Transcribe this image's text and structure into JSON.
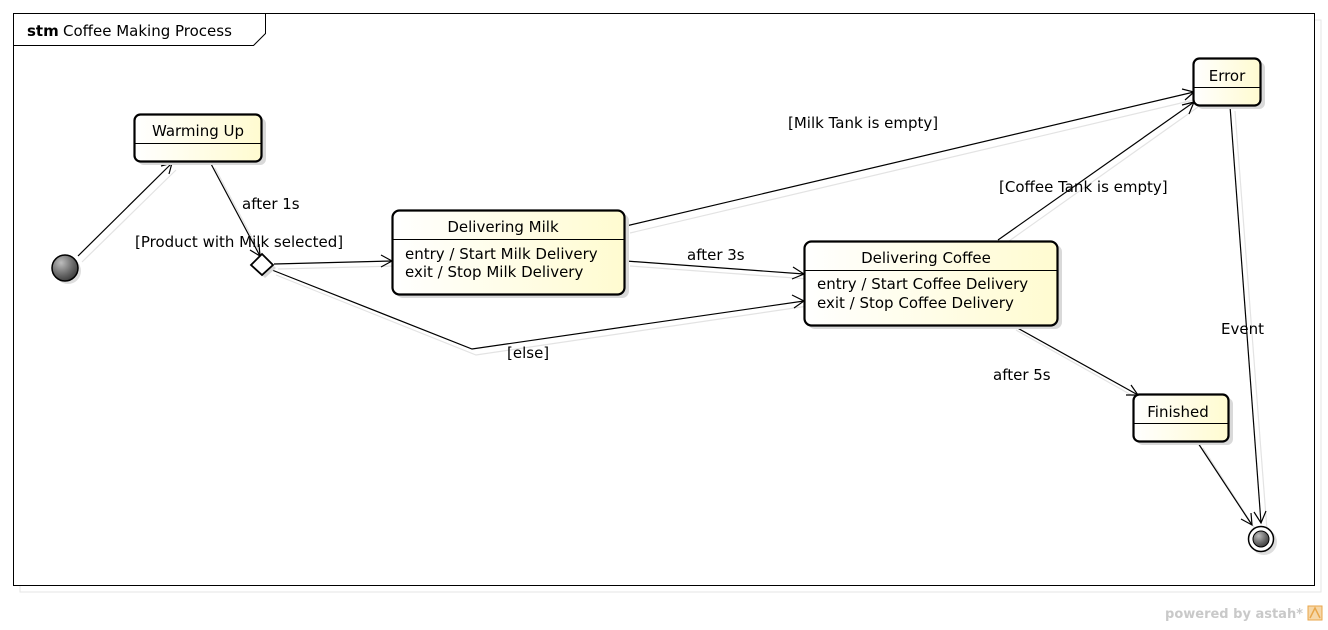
{
  "frame": {
    "keyword": "stm",
    "title": "Coffee Making Process"
  },
  "states": {
    "warming_up": {
      "name": "Warming Up"
    },
    "delivering_milk": {
      "name": "Delivering Milk",
      "entry": "entry / Start Milk Delivery",
      "exit": "exit / Stop Milk Delivery"
    },
    "delivering_coffee": {
      "name": "Delivering Coffee",
      "entry": "entry / Start Coffee Delivery",
      "exit": "exit / Stop Coffee Delivery"
    },
    "error": {
      "name": "Error"
    },
    "finished": {
      "name": "Finished"
    }
  },
  "transitions": {
    "after_1s": "after 1s",
    "milk_selected": "[Product with Milk selected]",
    "else": "[else]",
    "after_3s": "after 3s",
    "milk_empty": "[Milk Tank is empty]",
    "coffee_empty": "[Coffee Tank is empty]",
    "after_5s": "after 5s",
    "event": "Event"
  },
  "footer": {
    "text": "powered by astah*"
  },
  "colors": {
    "state_fill": "#fffde0",
    "stroke": "#000000",
    "shadow": "#d9d9d9"
  }
}
